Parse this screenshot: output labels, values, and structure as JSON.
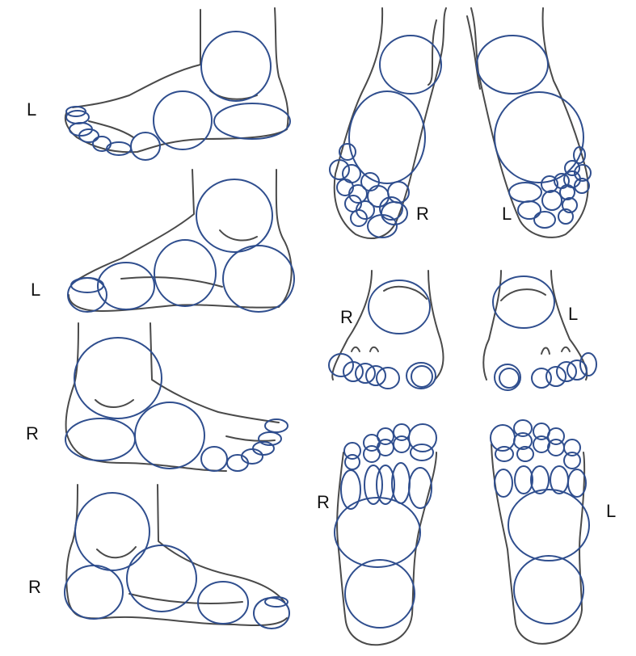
{
  "labels": {
    "lateral_left_1": "L",
    "medial_left_2": "L",
    "medial_right_3": "R",
    "lateral_right_4": "R",
    "top_right": "R",
    "top_left": "L",
    "front_right": "R",
    "front_left": "L",
    "sole_right": "R",
    "sole_left": "L"
  },
  "colors": {
    "outline": "#4a4a4a",
    "circle": "#2f4e8e",
    "background": "#ffffff"
  }
}
